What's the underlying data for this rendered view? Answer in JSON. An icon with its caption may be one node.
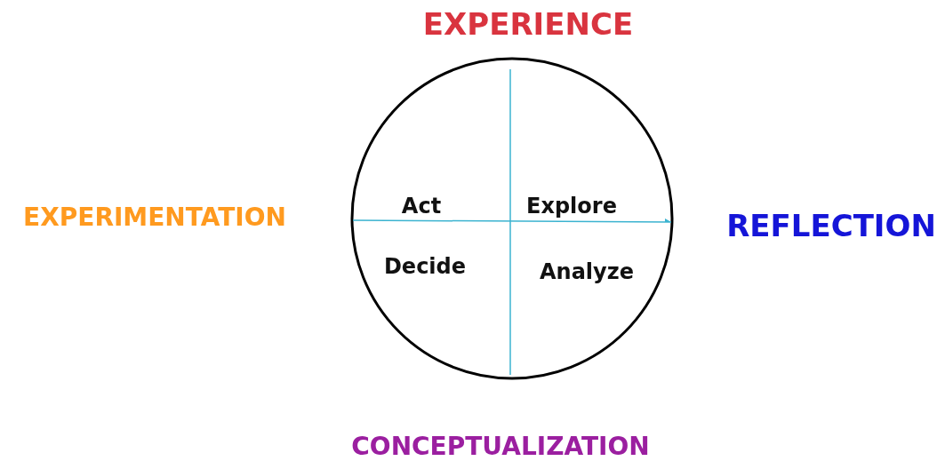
{
  "diagram": {
    "labels": [
      "EXPERIENCE",
      "EXPERIMENTATION",
      "Act",
      "Explore",
      "REFLECTION",
      "Decide",
      "Analyze",
      "CONCEPTUALIZATION"
    ]
  }
}
